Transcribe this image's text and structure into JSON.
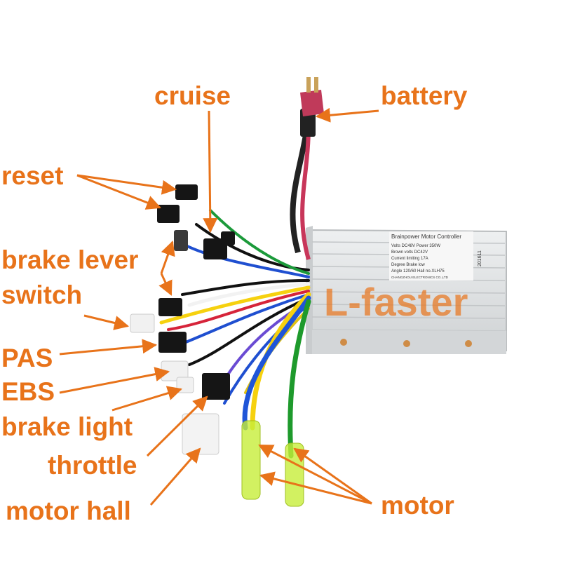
{
  "colors": {
    "label": "#e8731a",
    "arrow": "#e8731a",
    "housing": "#e2e4e6",
    "watermark": "#e8731a"
  },
  "labels": {
    "cruise": "cruise",
    "battery": "battery",
    "reset": "reset",
    "brake_lever": "brake lever",
    "switch": "switch",
    "pas": "PAS",
    "ebs": "EBS",
    "brake_light": "brake light",
    "throttle": "throttle",
    "motor_hall": "motor hall",
    "motor": "motor"
  },
  "watermark": "L-faster",
  "controller": {
    "title": "Brainpower Motor Controller",
    "spec_lines": [
      "Volts DC48V    Power 350W",
      "Brown volts DC42V",
      "Current limiting 17A",
      "Degree Brake low",
      "Angle 120/60 Hall no.XLH75"
    ],
    "maker": "CHANGZHOU ELECTRONICS CO.,LTD",
    "date_code": "201611"
  }
}
